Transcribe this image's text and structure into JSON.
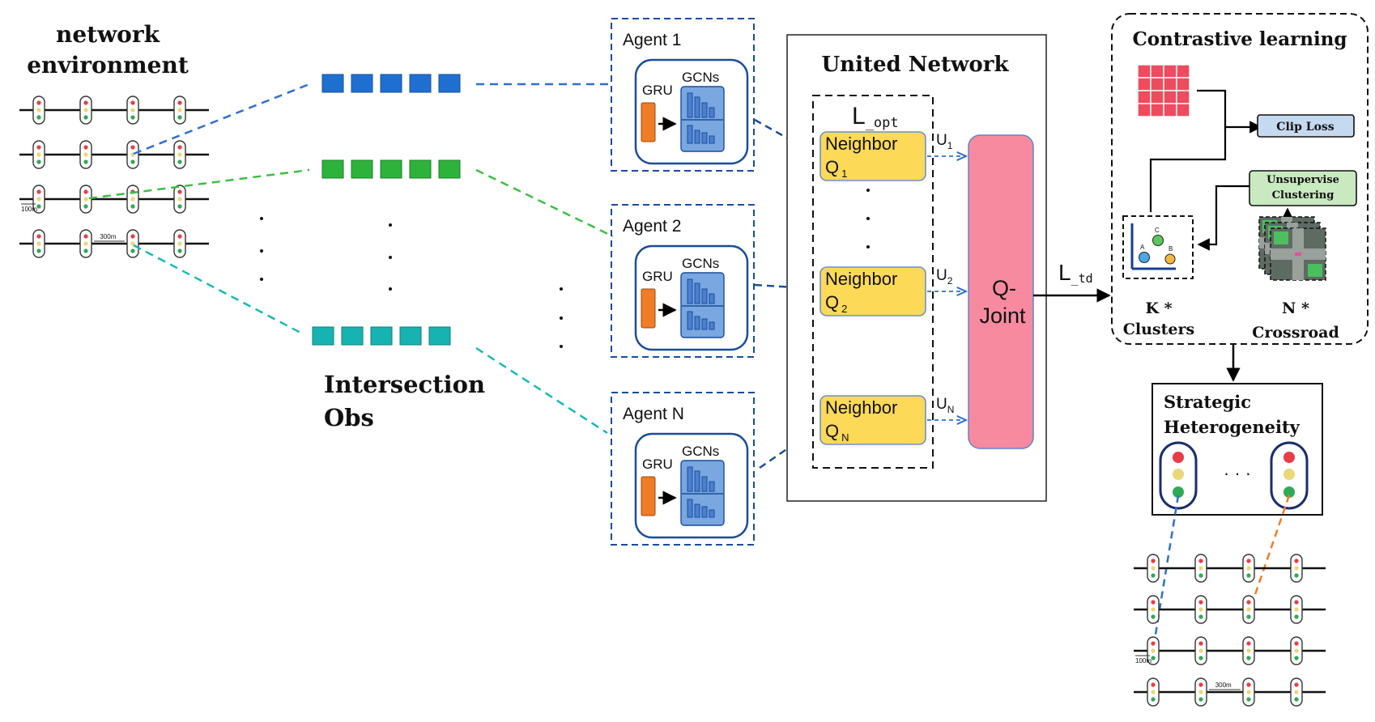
{
  "env": {
    "title_line1": "network",
    "title_line2": "environment",
    "scale_100": "100m",
    "scale_300": "300m"
  },
  "obs": {
    "title_line1": "Intersection",
    "title_line2": "Obs"
  },
  "agents": [
    {
      "label": "Agent 1",
      "gru": "GRU",
      "gcn": "GCNs"
    },
    {
      "label": "Agent 2",
      "gru": "GRU",
      "gcn": "GCNs"
    },
    {
      "label": "Agent N",
      "gru": "GRU",
      "gcn": "GCNs"
    }
  ],
  "united": {
    "title": "United Network",
    "loss_main": "L",
    "loss_sub": "_opt",
    "neighbors": [
      {
        "line1": "Neighbor",
        "q": "Q",
        "sub": "1",
        "u": "U",
        "u_sub": "1"
      },
      {
        "line1": "Neighbor",
        "q": "Q",
        "sub": "2",
        "u": "U",
        "u_sub": "2"
      },
      {
        "line1": "Neighbor",
        "q": "Q",
        "sub": "N",
        "u": "U",
        "u_sub": "N"
      }
    ],
    "qjoint_line1": "Q-",
    "qjoint_line2": "Joint"
  },
  "loss_td": {
    "main": "L",
    "sub": "_td"
  },
  "contrastive": {
    "title": "Contrastive learning",
    "clip_loss": "Clip Loss",
    "unsup_line1": "Unsupervise",
    "unsup_line2": "Clustering",
    "k_line1": "K *",
    "k_line2": "Clusters",
    "n_line1": "N *",
    "n_line2": "Crossroad",
    "cluster_labels": [
      "A",
      "B",
      "C"
    ]
  },
  "strategic": {
    "line1": "Strategic",
    "line2": "Heterogeneity",
    "ellipsis": "· · ·"
  },
  "colors": {
    "blue": "#1f6fd1",
    "green": "#2db33c",
    "teal": "#17b3b0",
    "yellow": "#fcd957",
    "pink": "#f88aa0",
    "orange": "#f07c26",
    "gcn": "#7aa7e0",
    "red_grid": "#ee4b5e",
    "clip_box": "#c5d9f1",
    "unsup_box": "#c9e9c0"
  }
}
